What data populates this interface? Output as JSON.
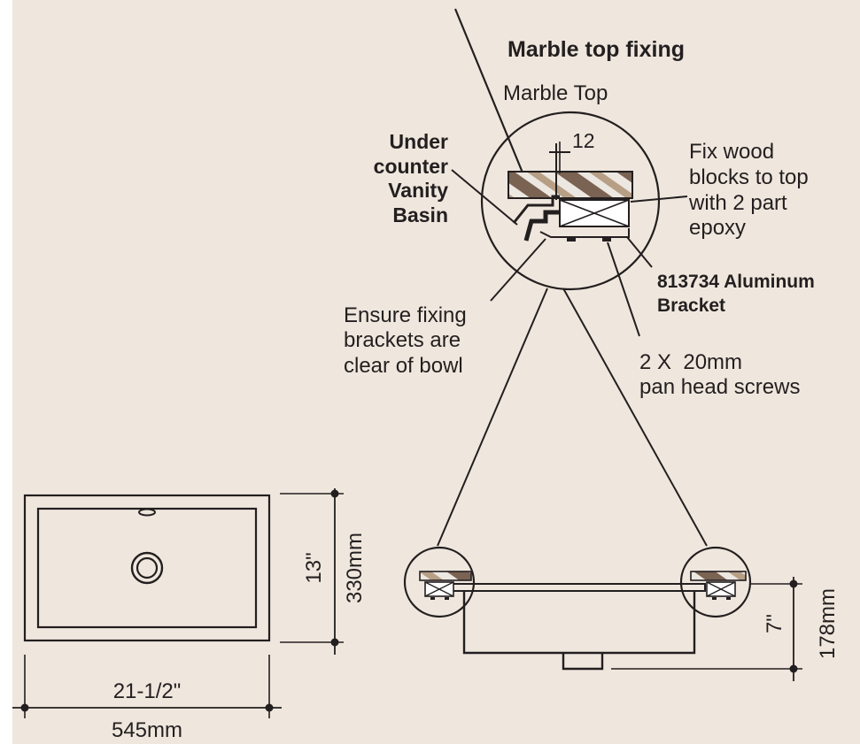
{
  "colors": {
    "background": "#efe7dd",
    "ink": "#231f20",
    "marble_light": "#ece7e0",
    "marble_dark": "#7a6353",
    "marble_mid": "#b79f86",
    "white": "#ffffff"
  },
  "detail": {
    "title": "Marble top fixing",
    "marble_top": "Marble Top",
    "dim_12": "12",
    "under_counter": [
      "Under",
      "counter",
      "Vanity",
      "Basin"
    ],
    "fix_wood": [
      "Fix wood",
      "blocks to top",
      "with 2 part",
      "epoxy"
    ],
    "bracket": [
      "813734 Aluminum",
      "Bracket"
    ],
    "ensure": [
      "Ensure fixing",
      "brackets are",
      "clear of bowl"
    ],
    "screws": [
      "2 X  20mm",
      "pan head screws"
    ]
  },
  "plan_view": {
    "height_in": "13\"",
    "height_mm": "330mm",
    "width_in": "21-1/2\"",
    "width_mm": "545mm"
  },
  "section_view": {
    "depth_in": "7\"",
    "depth_mm": "178mm"
  }
}
